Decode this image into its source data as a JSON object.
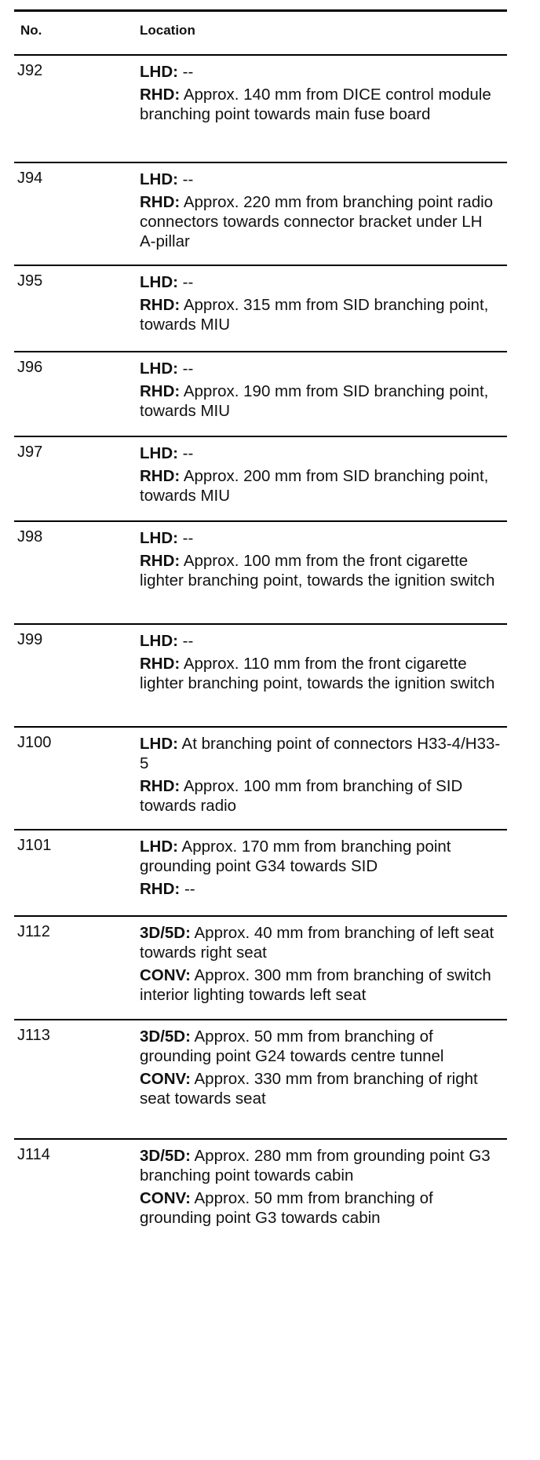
{
  "header": {
    "no": "No.",
    "location": "Location"
  },
  "rows": [
    {
      "no": "J92",
      "entries": [
        {
          "label": "LHD:",
          "text": " --"
        },
        {
          "label": "RHD:",
          "text": " Approx. 140 mm from DICE control module branching point towards main fuse board"
        }
      ]
    },
    {
      "no": "J94",
      "entries": [
        {
          "label": "LHD:",
          "text": " --"
        },
        {
          "label": "RHD:",
          "text": " Approx. 220 mm from branching point radio connectors towards connector bracket under LH A-pillar"
        }
      ]
    },
    {
      "no": "J95",
      "entries": [
        {
          "label": "LHD:",
          "text": " --"
        },
        {
          "label": "RHD:",
          "text": " Approx. 315 mm from SID branching point, towards MIU"
        }
      ]
    },
    {
      "no": "J96",
      "entries": [
        {
          "label": "LHD:",
          "text": " --"
        },
        {
          "label": "RHD:",
          "text": " Approx. 190 mm from SID branching point, towards MIU"
        }
      ]
    },
    {
      "no": "J97",
      "entries": [
        {
          "label": "LHD:",
          "text": " --"
        },
        {
          "label": "RHD:",
          "text": " Approx. 200 mm from SID branching point, towards MIU"
        }
      ]
    },
    {
      "no": "J98",
      "entries": [
        {
          "label": "LHD:",
          "text": " --"
        },
        {
          "label": "RHD:",
          "text": " Approx. 100 mm from the front cigarette lighter branching point, towards the ignition switch"
        }
      ]
    },
    {
      "no": "J99",
      "entries": [
        {
          "label": "LHD:",
          "text": " --"
        },
        {
          "label": "RHD:",
          "text": " Approx. 110 mm from the front cigarette lighter branching point, towards the ignition switch"
        }
      ]
    },
    {
      "no": "J100",
      "entries": [
        {
          "label": "LHD:",
          "text": " At branching point of connectors H33-4/H33-5"
        },
        {
          "label": "RHD:",
          "text": " Approx. 100 mm from branching of SID towards radio"
        }
      ]
    },
    {
      "no": "J101",
      "entries": [
        {
          "label": "LHD:",
          "text": " Approx. 170 mm from branching point grounding point G34 towards SID"
        },
        {
          "label": "RHD:",
          "text": " --"
        }
      ]
    },
    {
      "no": "J112",
      "entries": [
        {
          "label": "3D/5D:",
          "text": " Approx. 40 mm from branching of left seat towards right seat"
        },
        {
          "label": "CONV:",
          "text": " Approx. 300 mm from branching of switch interior lighting towards left seat"
        }
      ]
    },
    {
      "no": "J113",
      "entries": [
        {
          "label": "3D/5D:",
          "text": " Approx. 50 mm from branching of grounding point G24 towards centre tunnel"
        },
        {
          "label": "CONV:",
          "text": " Approx. 330 mm from branching of right seat towards seat"
        }
      ]
    },
    {
      "no": "J114",
      "entries": [
        {
          "label": "3D/5D:",
          "text": " Approx. 280 mm from grounding point G3 branching point towards cabin"
        },
        {
          "label": "CONV:",
          "text": " Approx. 50 mm from branching of grounding point G3 towards cabin"
        }
      ]
    }
  ]
}
